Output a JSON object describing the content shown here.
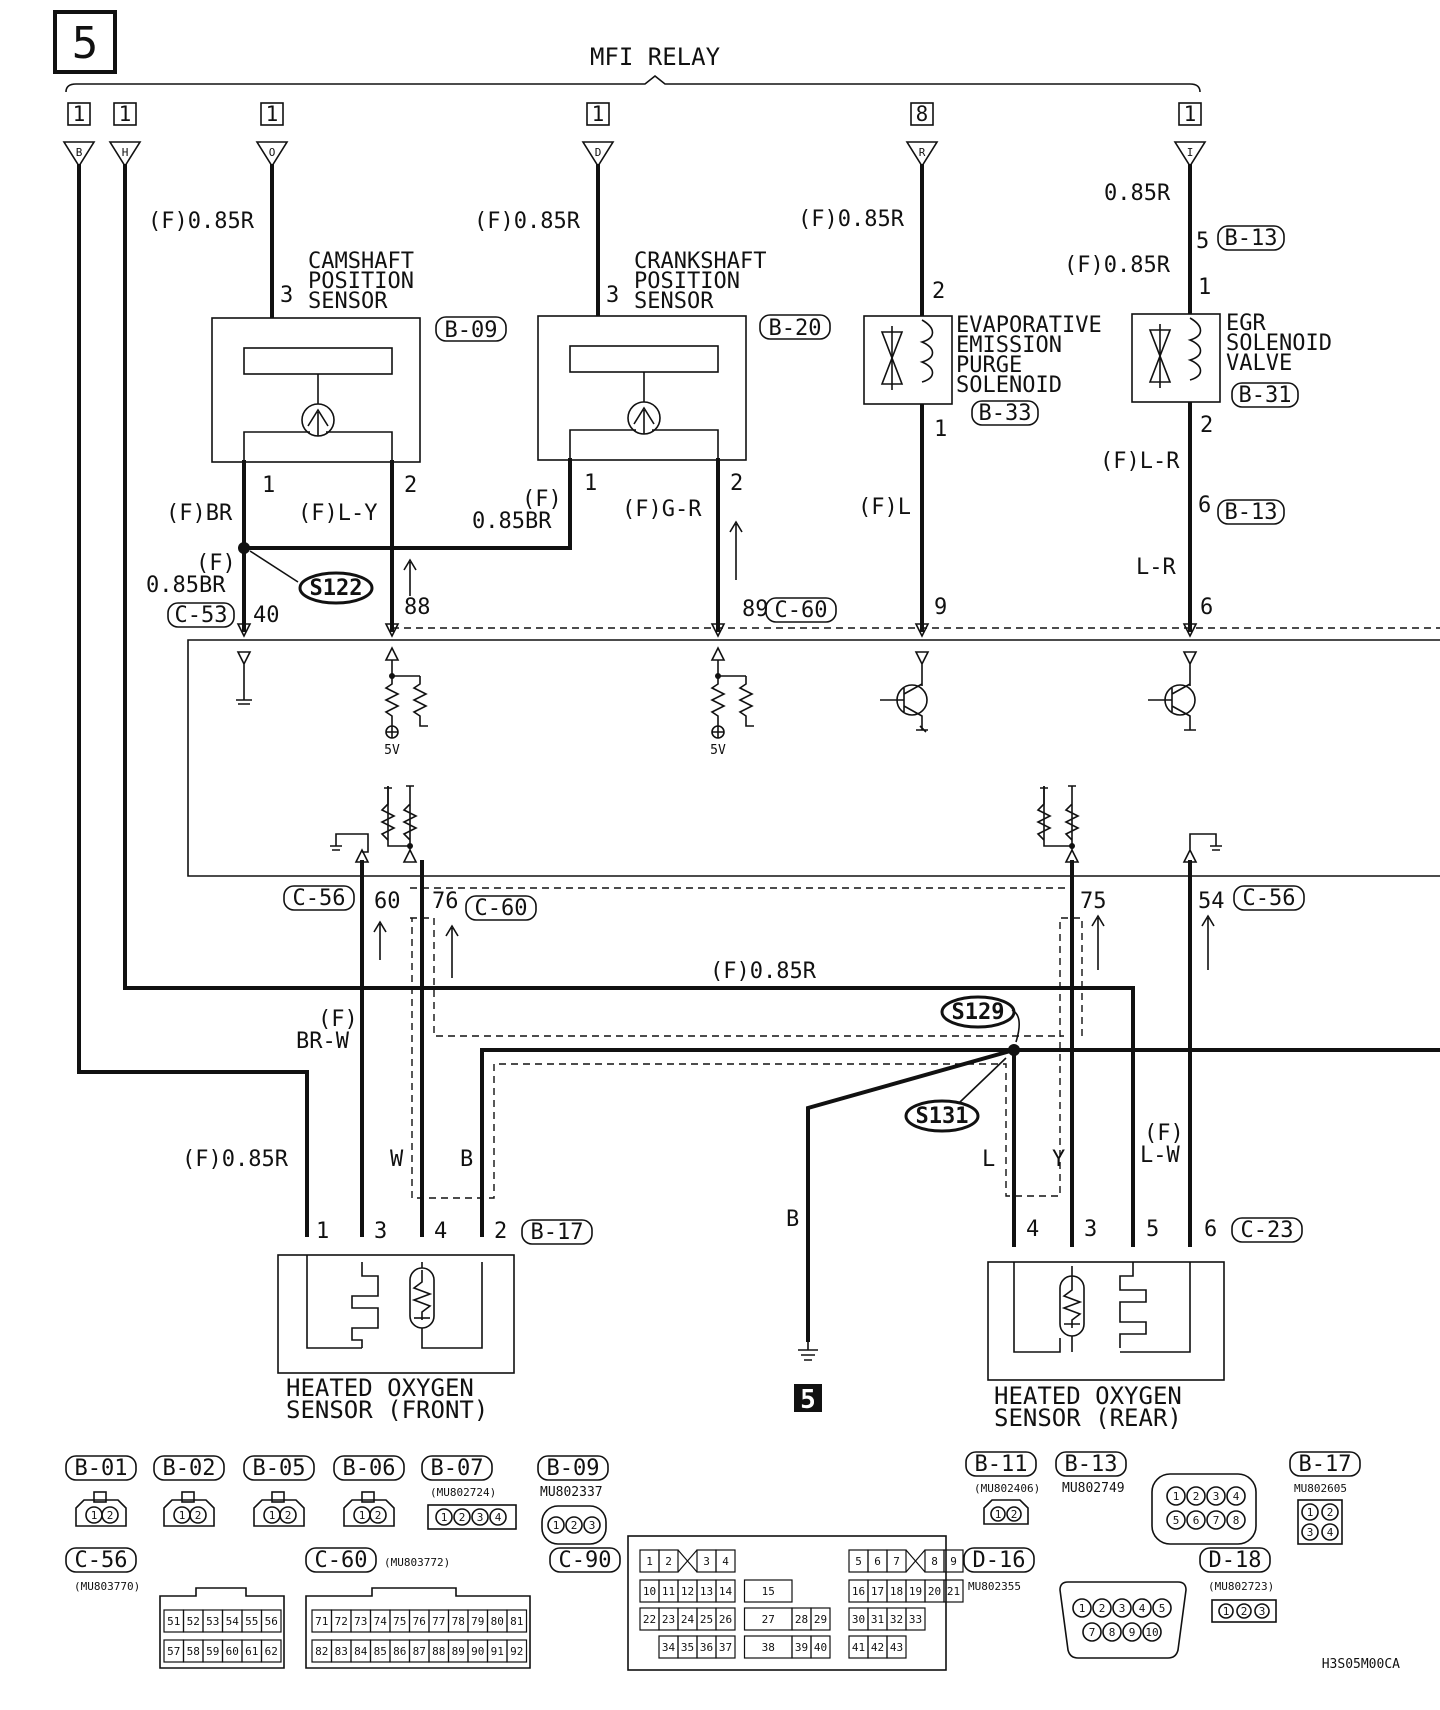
{
  "section_number": "5",
  "relay": {
    "label": "MFI RELAY"
  },
  "relay_terminals": [
    {
      "box": "1",
      "letter": "B"
    },
    {
      "box": "1",
      "letter": "H"
    },
    {
      "box": "1",
      "letter": "O"
    },
    {
      "box": "1",
      "letter": "D"
    },
    {
      "box": "8",
      "letter": "R"
    },
    {
      "box": "1",
      "letter": "I"
    }
  ],
  "components": {
    "camshaft": {
      "l1": "CAMSHAFT",
      "l2": "POSITION",
      "l3": "SENSOR",
      "connector": "B-09"
    },
    "crankshaft": {
      "l1": "CRANKSHAFT",
      "l2": "POSITION",
      "l3": "SENSOR",
      "connector": "B-20"
    },
    "evap": {
      "l1": "EVAPORATIVE",
      "l2": "EMISSION",
      "l3": "PURGE",
      "l4": "SOLENOID",
      "connector": "B-33"
    },
    "egr": {
      "l1": "EGR",
      "l2": "SOLENOID",
      "l3": "VALVE",
      "connector": "B-31"
    },
    "o2_front": {
      "l1": "HEATED  OXYGEN",
      "l2": "SENSOR  (FRONT)",
      "connector": "B-17"
    },
    "o2_rear": {
      "l1": "HEATED  OXYGEN",
      "l2": "SENSOR  (REAR)",
      "connector": "C-23"
    }
  },
  "wires": {
    "cam_power": "(F)0.85R",
    "crank_power": "(F)0.85R",
    "evap_power": "(F)0.85R",
    "egr_top": "0.85R",
    "egr_power": "(F)0.85R",
    "cam_p1": "(F)BR",
    "cam_p2": "(F)L-Y",
    "crank_p1a": "(F)",
    "crank_p1b": "0.85BR",
    "crank_p2": "(F)G-R",
    "evap_out": "(F)L",
    "egr_out": "(F)L-R",
    "egr_ecu": "L-R",
    "ecu40a": "(F)",
    "ecu40b": "0.85BR",
    "front_heater": "(F)0.85R",
    "front_sig_a": "(F)",
    "front_sig_b": "BR-W",
    "heater_feed": "(F)0.85R",
    "front_w": "W",
    "front_b": "B",
    "rear_l": "L",
    "rear_y": "Y",
    "rear_lw_a": "(F)",
    "rear_lw_b": "L-W",
    "ground_b": "B"
  },
  "pins": {
    "cam3": "3",
    "cam1": "1",
    "cam2": "2",
    "crank3": "3",
    "crank1": "1",
    "crank2": "2",
    "evap2": "2",
    "evap1": "1",
    "egr5": "5",
    "egr1": "1",
    "egr2": "2",
    "egr6": "6",
    "egr_ecu6": "6",
    "ecu40": "40",
    "ecu88": "88",
    "ecu89": "89",
    "ecu9": "9",
    "ecu60": "60",
    "ecu76": "76",
    "ecu75": "75",
    "ecu54": "54",
    "f1": "1",
    "f3": "3",
    "f4": "4",
    "f2": "2",
    "r4": "4",
    "r3": "3",
    "r5": "5",
    "r6": "6"
  },
  "connector_refs": {
    "b13a": "B-13",
    "b13b": "B-13",
    "c53": "C-53",
    "c60a": "C-60",
    "c56a": "C-56",
    "c60b": "C-60",
    "c56b": "C-56"
  },
  "splices": [
    "S122",
    "S129",
    "S131"
  ],
  "ecu_labels": {
    "v5a": "5V",
    "v5b": "5V"
  },
  "ground_number": "5",
  "connector_legend": {
    "row1": [
      "B-01",
      "B-02",
      "B-05",
      "B-06",
      "B-07",
      "B-09"
    ],
    "b07_part": "(MU802724)",
    "b09_part": "MU802337",
    "b11": "B-11",
    "b11_part": "(MU802406)",
    "b13": "B-13",
    "b13_part": "MU802749",
    "b17": "B-17",
    "b17_part": "MU802605",
    "c56": "C-56",
    "c56_part": "(MU803770)",
    "c60": "C-60",
    "c60_part": "(MU803772)",
    "c90": "C-90",
    "d16": "D-16",
    "d16_part": "MU802355",
    "d18": "D-18",
    "d18_part": "(MU802723)",
    "c56_row1": [
      "51",
      "52",
      "53",
      "54",
      "55",
      "56"
    ],
    "c56_row2": [
      "57",
      "58",
      "59",
      "60",
      "61",
      "62"
    ],
    "c60_row1": [
      "71",
      "72",
      "73",
      "74",
      "75",
      "76",
      "77",
      "78",
      "79",
      "80",
      "81"
    ],
    "c60_row2": [
      "82",
      "83",
      "84",
      "85",
      "86",
      "87",
      "88",
      "89",
      "90",
      "91",
      "92"
    ],
    "c90_cells": [
      "1",
      "2",
      "3",
      "4",
      "5",
      "6",
      "7",
      "8",
      "9",
      "10",
      "11",
      "12",
      "13",
      "14",
      "15",
      "16",
      "17",
      "18",
      "19",
      "20",
      "21",
      "22",
      "23",
      "24",
      "25",
      "26",
      "27",
      "28",
      "29",
      "30",
      "31",
      "32",
      "33",
      "34",
      "35",
      "36",
      "37",
      "38",
      "39",
      "40",
      "41",
      "42",
      "43"
    ]
  },
  "doc_code": "H3S05M00CA"
}
